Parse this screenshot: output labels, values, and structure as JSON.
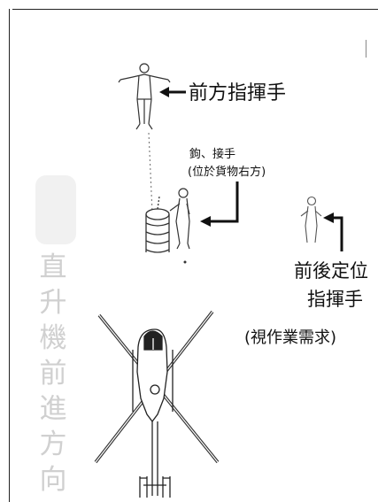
{
  "labels": {
    "front_director": "前方指揮手",
    "hook_line1": "鉤、接手",
    "hook_line2": "(位於貨物右方)",
    "rear_line1": "前後定位",
    "rear_line2": "指揮手",
    "rear_line3": "(視作業需求)"
  },
  "heli_direction": [
    "直",
    "升",
    "機",
    "前",
    "進",
    "方",
    "向"
  ],
  "colors": {
    "ink": "#111111",
    "faint_text": "#d0d0d0"
  }
}
